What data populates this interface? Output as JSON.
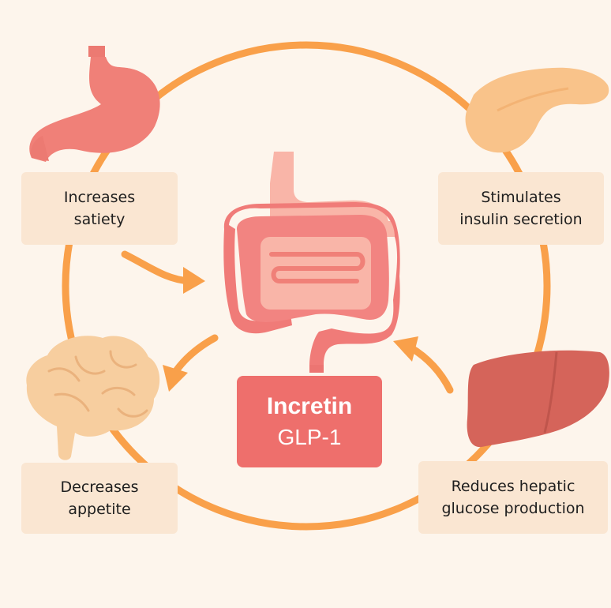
{
  "center": {
    "title": "Incretin",
    "subtitle": "GLP-1"
  },
  "effects": {
    "satiety": [
      "Increases",
      "satiety"
    ],
    "insulin": [
      "Stimulates",
      "insulin secretion"
    ],
    "appetite": [
      "Decreases",
      "appetite"
    ],
    "glucose": [
      "Reduces hepatic",
      "glucose production"
    ]
  },
  "organs": [
    "stomach",
    "pancreas",
    "brain",
    "liver",
    "intestine"
  ],
  "colors": {
    "background": "#fdf5ec",
    "cycle_ring": "#f9a04a",
    "label_box": "#fae6d2",
    "center_box": "#ee6f6c",
    "stomach": "#f08078",
    "pancreas": "#f9c38a",
    "brain": "#f7ce9f",
    "liver": "#d5645a",
    "intestine": "#f07b78"
  }
}
